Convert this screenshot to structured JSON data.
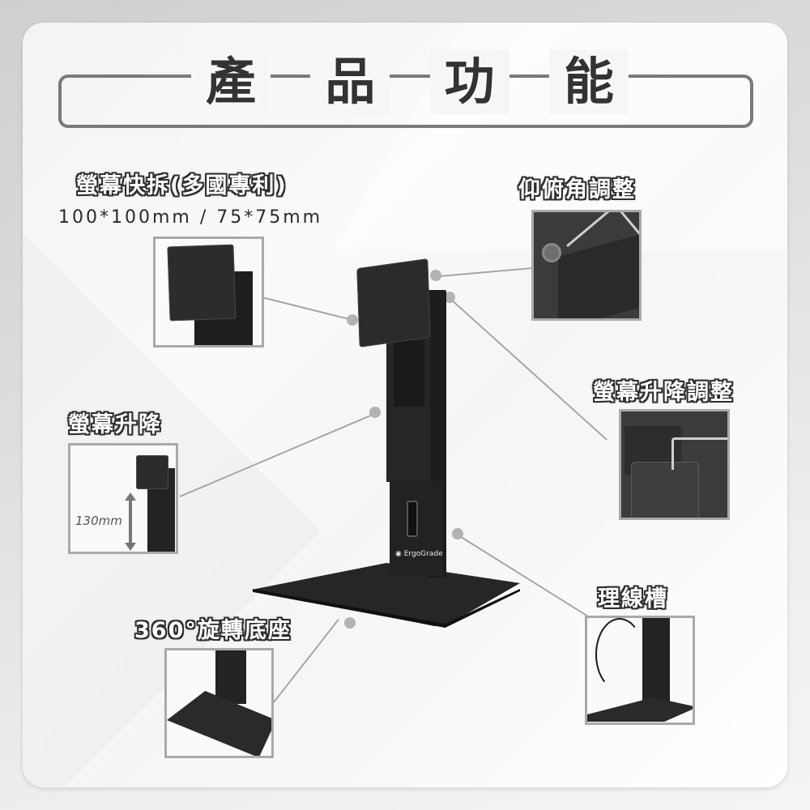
{
  "header": {
    "title_chars": [
      "產",
      "品",
      "功",
      "能"
    ]
  },
  "features": {
    "quick_release": {
      "label": "螢幕快拆(多國專利)",
      "spec": "100*100mm / 75*75mm"
    },
    "tilt": {
      "label": "仰俯角調整"
    },
    "height_adjust_screw": {
      "label": "螢幕升降調整"
    },
    "height_lift": {
      "label": "螢幕升降",
      "measure": "130mm"
    },
    "swivel_base": {
      "label": "360°旋轉底座"
    },
    "cable_management": {
      "label": "理線槽"
    }
  },
  "product": {
    "brand": "ErgoGrade"
  },
  "colors": {
    "outer_bg": "#d6d6d6",
    "card_bg": "#f7f7f7",
    "title_border": "#7a7a7a",
    "label_stroke": "#2e2e2e",
    "connector": "#a6a6a6",
    "product_black": "#242424",
    "thumb_border": "#a9a9a9"
  }
}
